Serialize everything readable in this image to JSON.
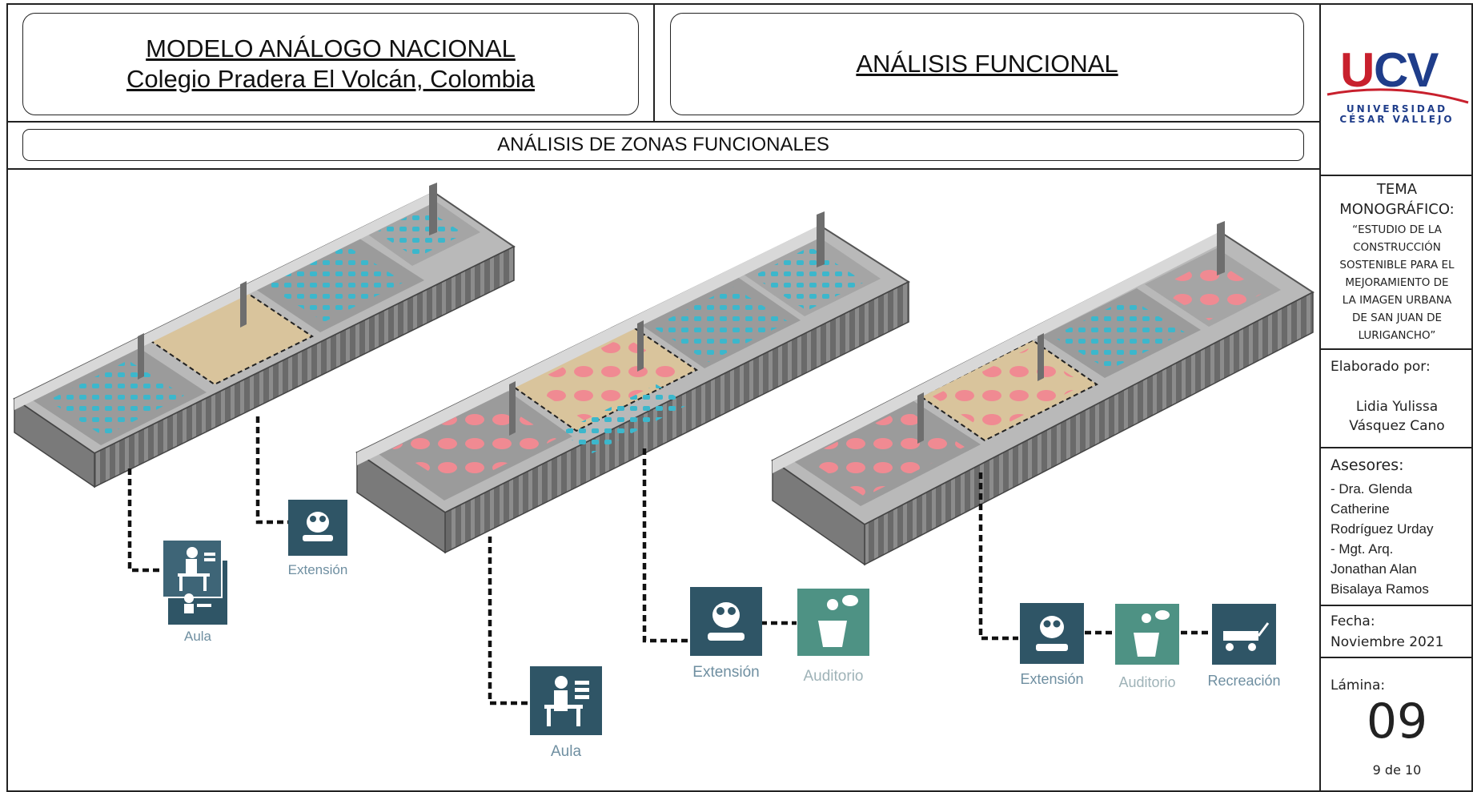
{
  "header": {
    "title_line1": "MODELO ANÁLOGO NACIONAL",
    "title_line2": "Colegio Pradera El Volcán, Colombia",
    "section_title": "ANÁLISIS FUNCIONAL",
    "sub_title": "ANÁLISIS DE ZONAS FUNCIONALES"
  },
  "logo": {
    "text": "UCV",
    "line1": "UNIVERSIDAD",
    "line2": "CÉSAR VALLEJO",
    "colors": {
      "red": "#c8202d",
      "blue": "#1f3d8a"
    }
  },
  "sidebar": {
    "tema_heading1": "TEMA",
    "tema_heading2": "MONOGRÁFICO:",
    "tema_lines": [
      "“ESTUDIO DE LA",
      "CONSTRUCCIÓN",
      "SOSTENIBLE PARA EL",
      "MEJORAMIENTO DE",
      "LA IMAGEN URBANA",
      "DE SAN JUAN DE",
      "LURIGANCHO”"
    ],
    "elaborado_label": "Elaborado por:",
    "author_line1": "Lidia Yulissa",
    "author_line2": "Vásquez Cano",
    "asesores_label": "Asesores:",
    "asesores_lines": [
      "- Dra. Glenda",
      "Catherine",
      "Rodríguez Urday",
      "- Mgt. Arq.",
      "Jonathan Alan",
      "Bisalaya Ramos"
    ],
    "fecha_label": "Fecha:",
    "fecha_value": "Noviembre 2021",
    "lamina_label": "Lámina:",
    "lamina_number": "09",
    "lamina_pages": "9 de 10"
  },
  "diagram": {
    "labels": {
      "aula_1": "Aula",
      "extension_1": "Extensión",
      "aula_2": "Aula",
      "extension_2": "Extensión",
      "auditorio_2": "Auditorio",
      "extension_3": "Extensión",
      "auditorio_3": "Auditorio",
      "recreacion_3": "Recreación"
    },
    "icon_names": [
      "desk-student-icon",
      "owl-book-icon",
      "lectern-speaker-icon",
      "wagon-cart-icon"
    ],
    "colors": {
      "icon_dark": "#2f5566",
      "icon_green": "#4e9284",
      "chair_blue": "#3cb7cc",
      "table_pink": "#f08a92",
      "floor_tan": "#d9c49c",
      "floor_grey": "#9a9a9a",
      "wall_grey": "#6e6e6e"
    }
  }
}
